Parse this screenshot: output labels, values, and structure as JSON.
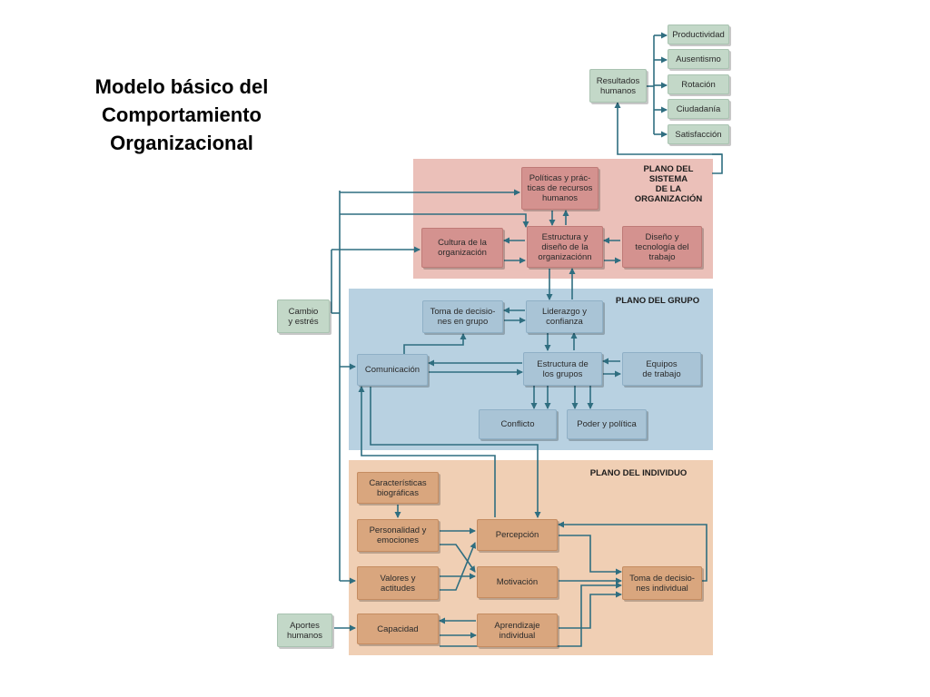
{
  "title": {
    "line1": "Modelo básico del",
    "line2": "Comportamiento",
    "line3": "Organizacional"
  },
  "colors": {
    "organization_panel": "#ebc0b9",
    "group_panel": "#b8d1e1",
    "individual_panel": "#f0cfb4",
    "arrow": "#2f6e80"
  },
  "panels": {
    "organization": {
      "l1": "PLANO DEL",
      "l2": "SISTEMA",
      "l3": "DE LA",
      "l4": "ORGANIZACIÓN"
    },
    "group": {
      "label": "PLANO DEL GRUPO"
    },
    "individual": {
      "label": "PLANO DEL INDIVIDUO"
    }
  },
  "outcomes": {
    "source": {
      "l1": "Resultados",
      "l2": "humanos"
    },
    "items": [
      "Productividad",
      "Ausentismo",
      "Rotación",
      "Ciudadanía",
      "Satisfacción"
    ]
  },
  "organization": {
    "politicas": {
      "l1": "Políticas y prác-",
      "l2": "ticas de recursos",
      "l3": "humanos"
    },
    "cultura": {
      "l1": "Cultura de la",
      "l2": "organización"
    },
    "estructura": {
      "l1": "Estructura y",
      "l2": "diseño de la",
      "l3": "organizaciónn"
    },
    "diseno": {
      "l1": "Diseño y",
      "l2": "tecnología del",
      "l3": "trabajo"
    }
  },
  "group": {
    "toma_grupo": {
      "l1": "Toma de decisio-",
      "l2": "nes en grupo"
    },
    "liderazgo": {
      "l1": "Liderazgo y",
      "l2": "confianza"
    },
    "comunicacion": "Comunicación",
    "estructura_grupos": {
      "l1": "Estructura de",
      "l2": "los grupos"
    },
    "equipos": {
      "l1": "Equipos",
      "l2": "de trabajo"
    },
    "conflicto": "Conflicto",
    "poder": "Poder y política"
  },
  "inputs": {
    "cambio": {
      "l1": "Cambio",
      "l2": "y estrés"
    },
    "aportes": {
      "l1": "Aportes",
      "l2": "humanos"
    }
  },
  "individual": {
    "caracteristicas": {
      "l1": "Características",
      "l2": "biográficas"
    },
    "personalidad": {
      "l1": "Personalidad y",
      "l2": "emociones"
    },
    "valores": {
      "l1": "Valores y",
      "l2": "actitudes"
    },
    "capacidad": "Capacidad",
    "percepcion": "Percepción",
    "motivacion": "Motivación",
    "aprendizaje": {
      "l1": "Aprendizaje",
      "l2": "individual"
    },
    "toma_individual": {
      "l1": "Toma de decisio-",
      "l2": "nes individual"
    }
  }
}
